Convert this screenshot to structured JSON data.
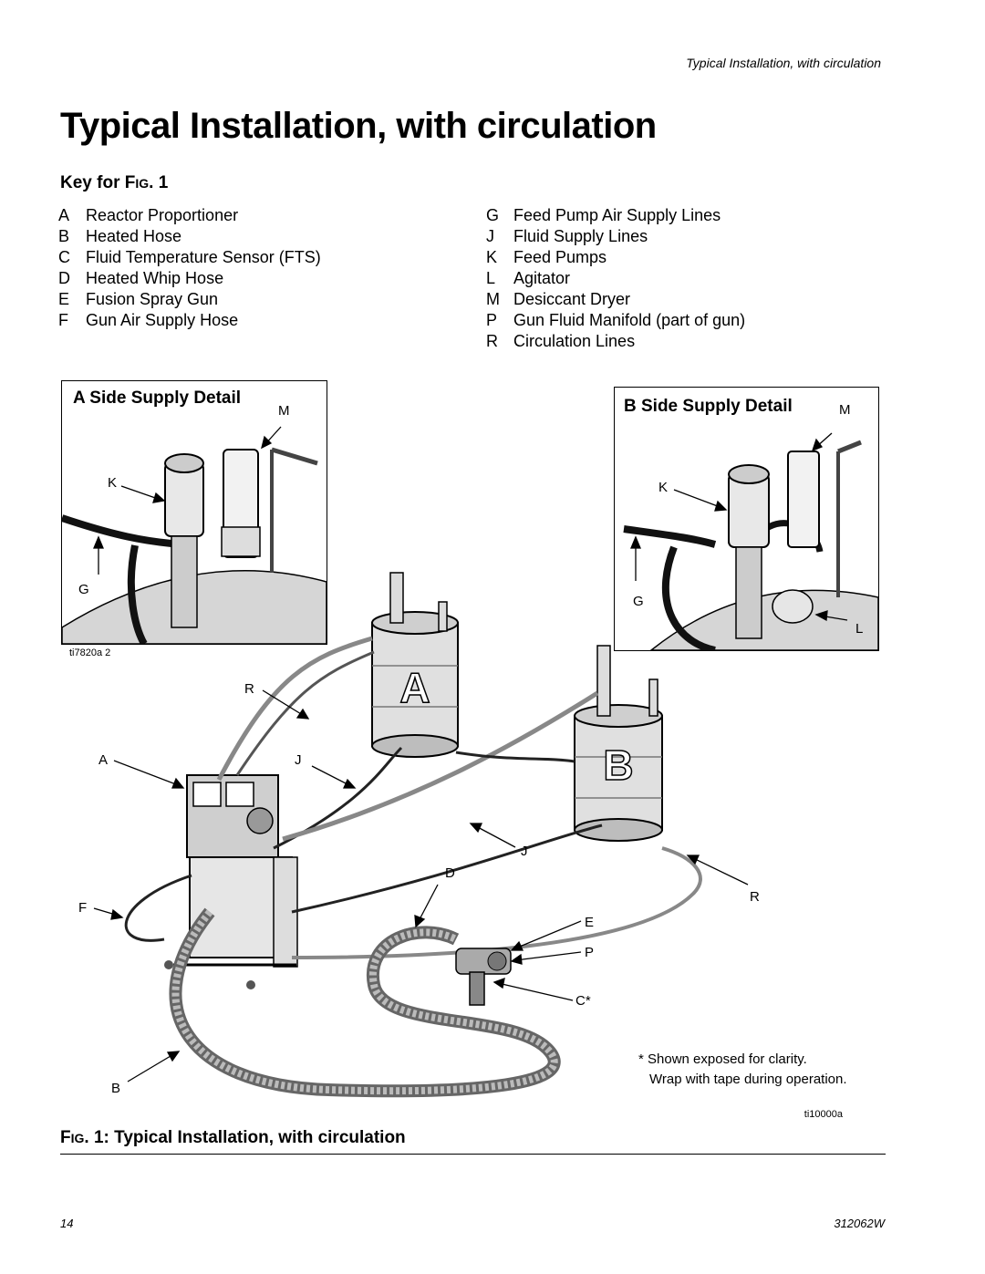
{
  "header": {
    "running_title": "Typical Installation, with circulation"
  },
  "page_title": "Typical Installation, with circulation",
  "key": {
    "heading_main": "Key for F",
    "heading_sc": "IG",
    "heading_num": ". 1",
    "left": [
      {
        "letter": "A",
        "text": "Reactor Proportioner"
      },
      {
        "letter": "B",
        "text": "Heated Hose"
      },
      {
        "letter": "C",
        "text": "Fluid Temperature Sensor (FTS)"
      },
      {
        "letter": "D",
        "text": "Heated Whip Hose"
      },
      {
        "letter": "E",
        "text": "Fusion Spray Gun"
      },
      {
        "letter": "F",
        "text": "Gun Air Supply Hose"
      }
    ],
    "right": [
      {
        "letter": "G",
        "text": "Feed Pump Air Supply Lines"
      },
      {
        "letter": "J",
        "text": "Fluid Supply Lines"
      },
      {
        "letter": "K",
        "text": "Feed Pumps"
      },
      {
        "letter": "L",
        "text": "Agitator"
      },
      {
        "letter": "M",
        "text": "Desiccant Dryer"
      },
      {
        "letter": "P",
        "text": "Gun Fluid Manifold (part of gun)"
      },
      {
        "letter": "R",
        "text": "Circulation Lines"
      }
    ]
  },
  "detail_a": {
    "title": "A Side Supply Detail",
    "labels": {
      "M": "M",
      "K": "K",
      "G": "G"
    },
    "ref": "ti7820a 2"
  },
  "detail_b": {
    "title": "B Side Supply Detail",
    "labels": {
      "M": "M",
      "K": "K",
      "G": "G",
      "L": "L"
    }
  },
  "figure": {
    "drum_a": "A",
    "drum_b": "B",
    "labels": {
      "R1": "R",
      "A": "A",
      "J1": "J",
      "J2": "J",
      "D": "D",
      "F": "F",
      "R2": "R",
      "E": "E",
      "P": "P",
      "C": "C*",
      "B": "B"
    },
    "ref": "ti10000a"
  },
  "note": {
    "line1": "* Shown exposed for clarity.",
    "line2": "Wrap with tape during operation."
  },
  "caption": {
    "sc": "IG",
    "prefix": "F",
    "rest": ". 1: Typical Installation, with circulation"
  },
  "footer": {
    "page": "14",
    "doc": "312062W"
  }
}
